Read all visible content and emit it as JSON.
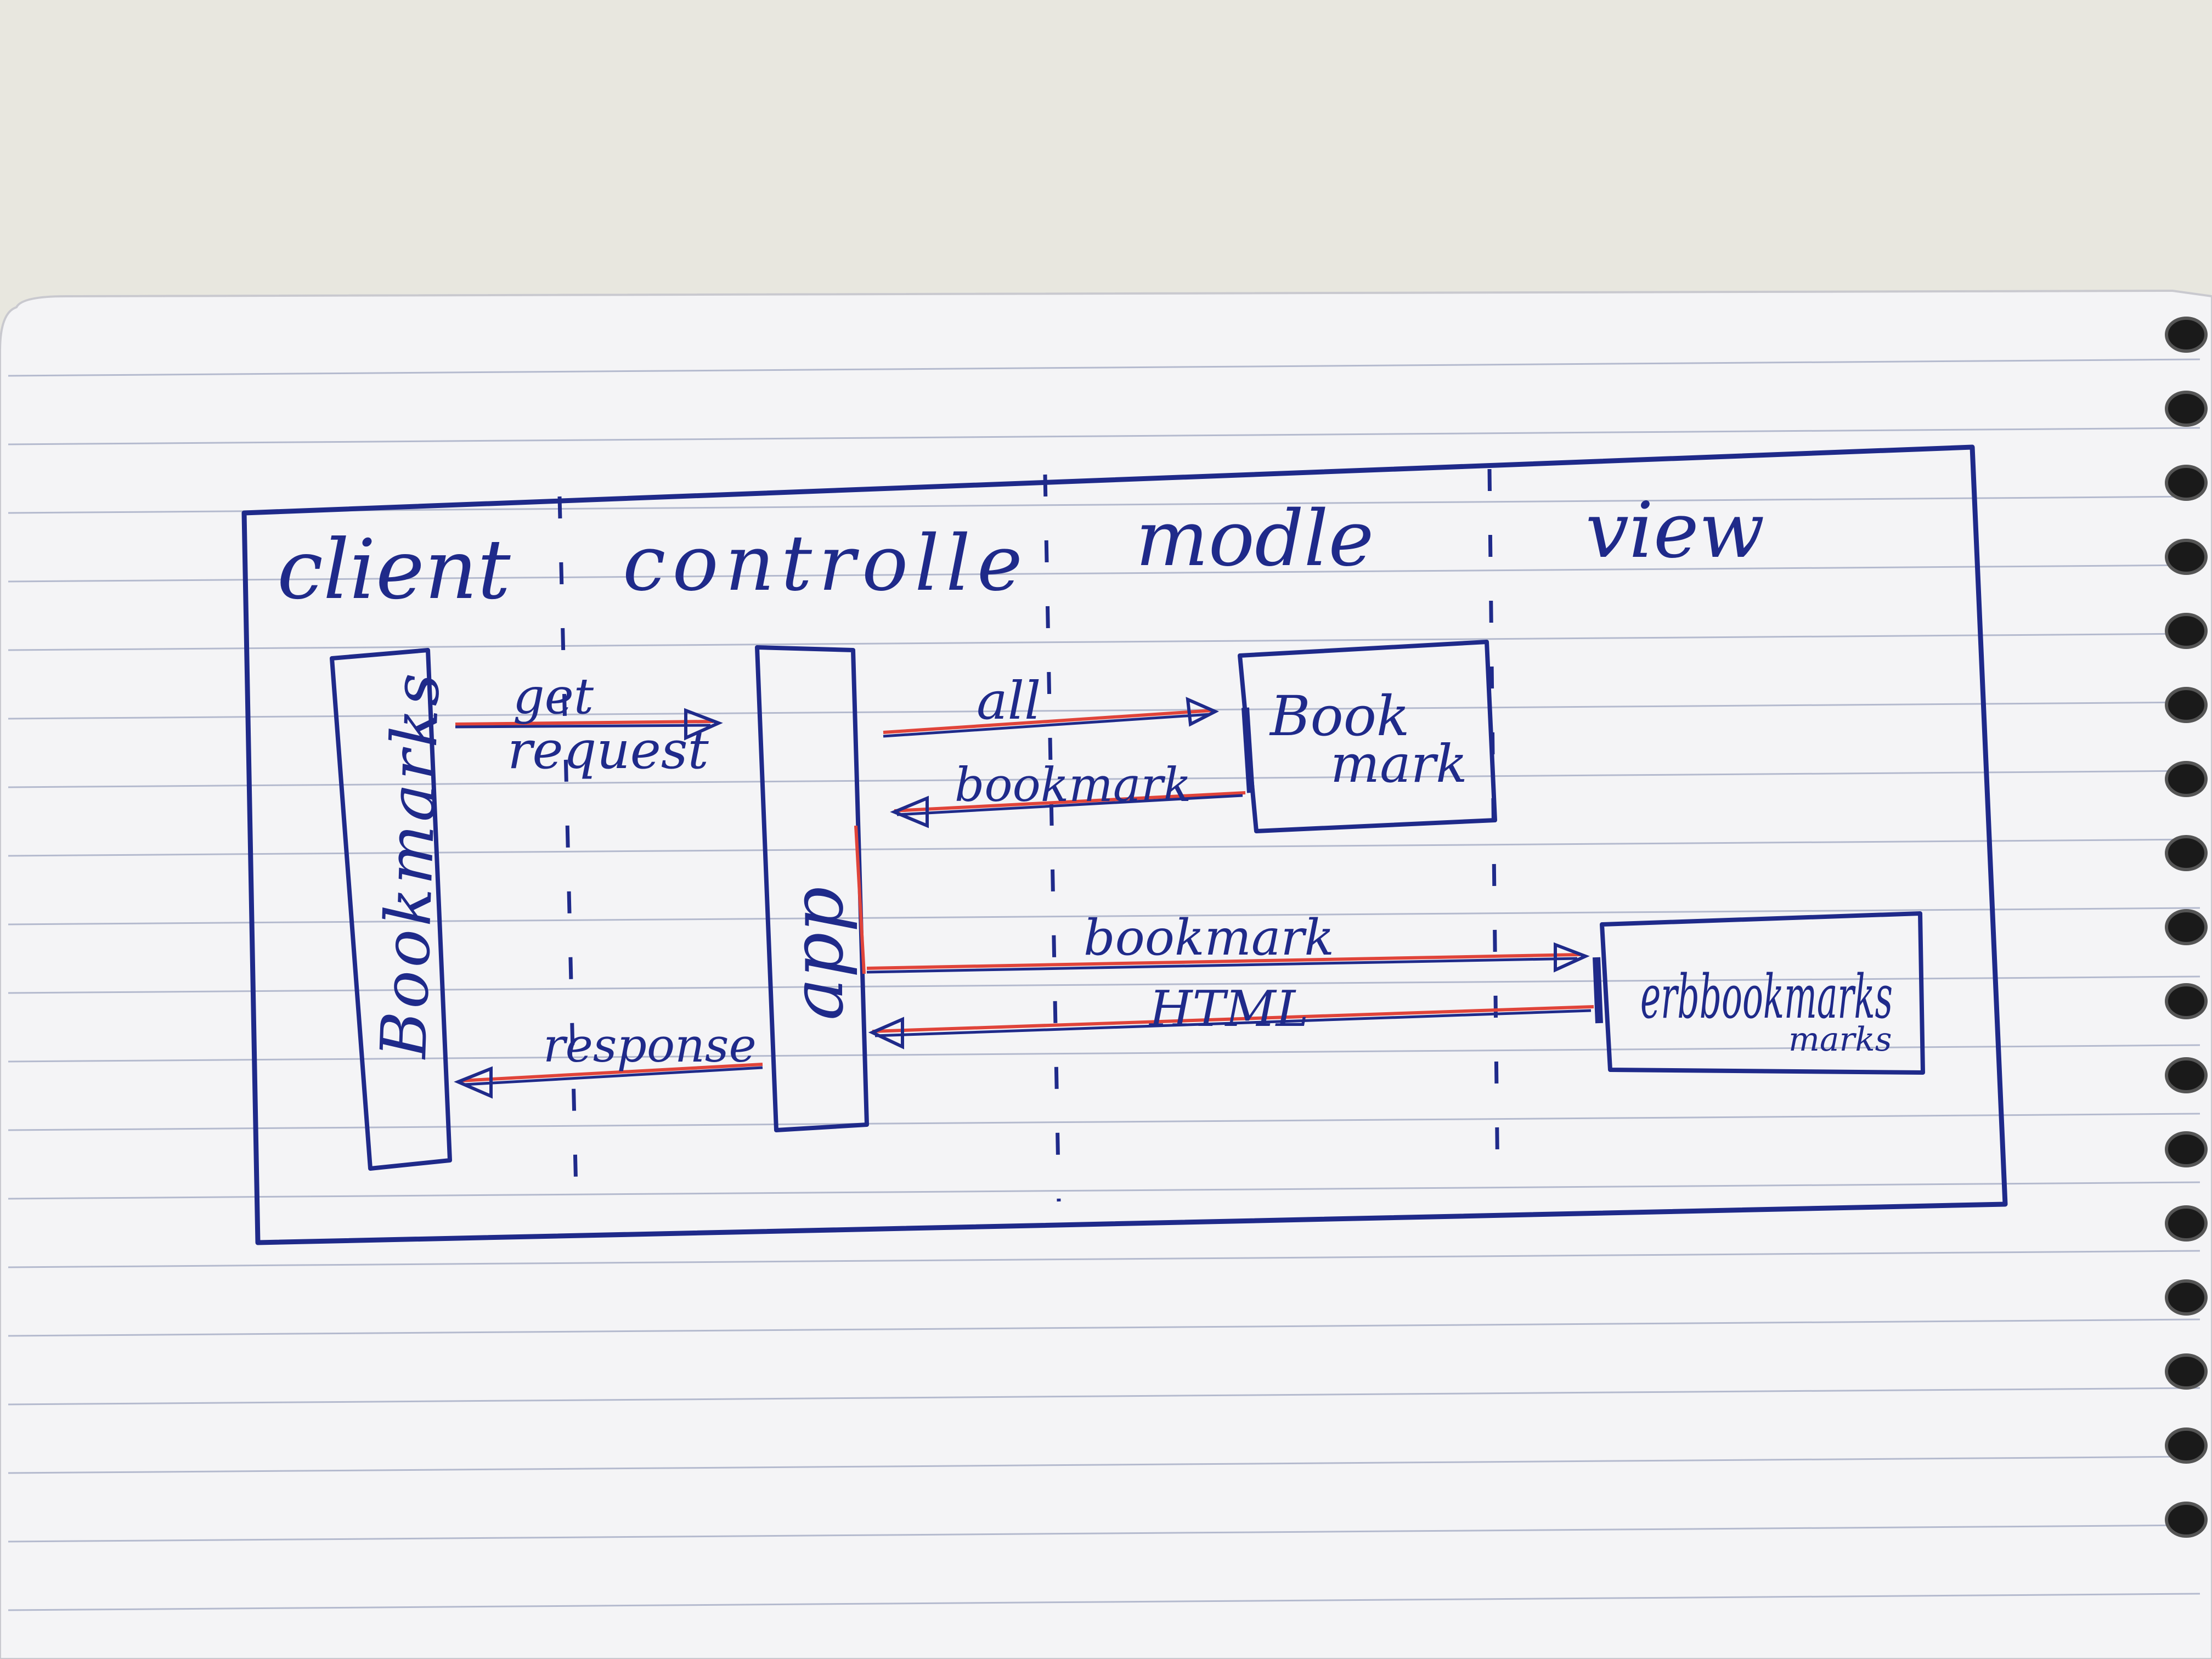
{
  "diagram": {
    "type": "sequence-diagram",
    "medium": "handwritten ink on lined spiral notebook page",
    "ink_color": "#1f2a8a",
    "highlight_color": "#e0443a",
    "lanes": [
      {
        "id": "client",
        "label": "client"
      },
      {
        "id": "controller",
        "label": "controlle"
      },
      {
        "id": "model",
        "label": "modle"
      },
      {
        "id": "view",
        "label": "view"
      }
    ],
    "participants": {
      "bookmarks": "Bookmarks",
      "app": "app",
      "bookmark_model_line1": "Book",
      "bookmark_model_line2": "mark",
      "erb_line1": "erbbookmarks",
      "erb_line2": "marks"
    },
    "messages": [
      {
        "from": "bookmarks",
        "to": "app",
        "label_line1": "get",
        "label_line2": "request"
      },
      {
        "from": "app",
        "to": "bookmark_model",
        "label": "all"
      },
      {
        "from": "bookmark_model",
        "to": "app",
        "label": "bookmark"
      },
      {
        "from": "app",
        "to": "erb_view",
        "label": "bookmark"
      },
      {
        "from": "erb_view",
        "to": "app",
        "label": "HTML"
      },
      {
        "from": "app",
        "to": "bookmarks",
        "label": "response"
      }
    ]
  }
}
